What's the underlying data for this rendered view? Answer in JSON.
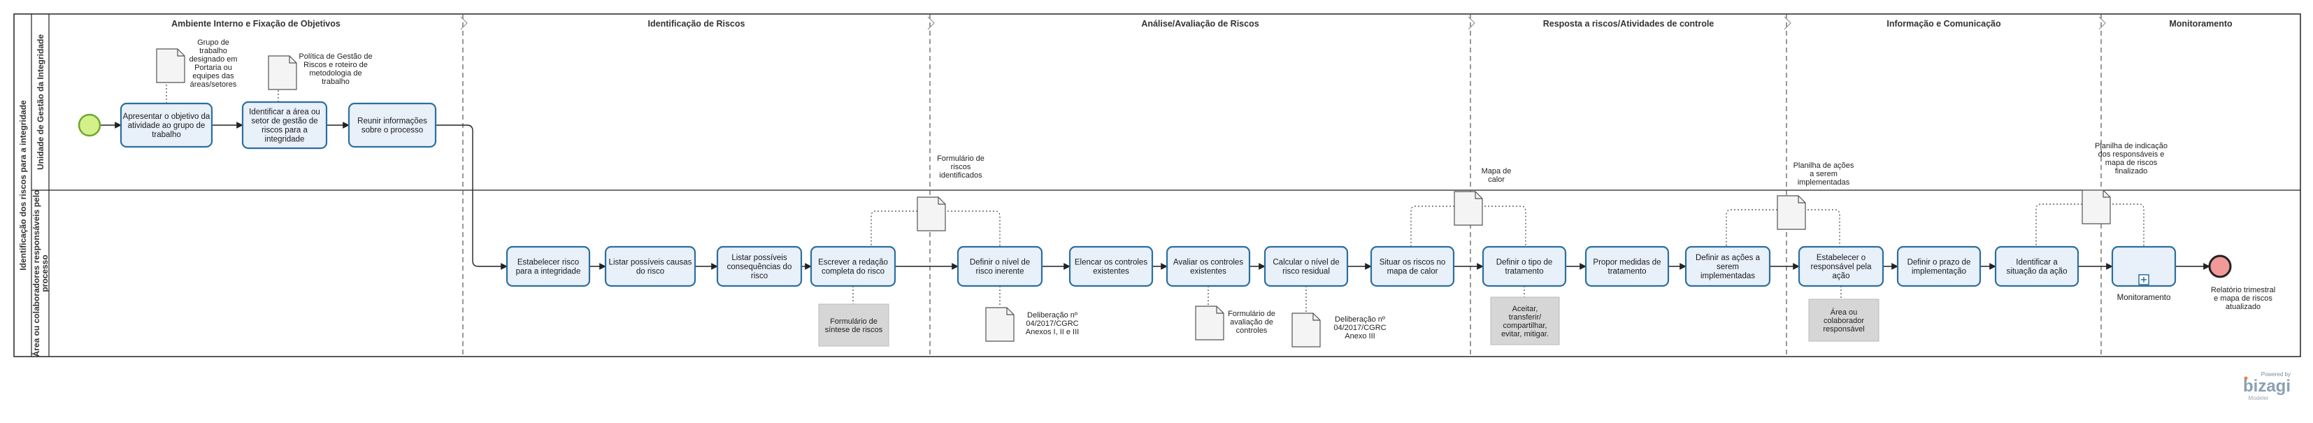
{
  "pool": {
    "label": "Identificação dos riscos para a integridade"
  },
  "lanes": [
    {
      "id": "lane1",
      "label": "Unidade de Gestão da Integridade"
    },
    {
      "id": "lane2",
      "label": "Área ou colaboradores responsáveis pelo processo"
    }
  ],
  "phases": [
    {
      "label": "Ambiente Interno e Fixação de Objetivos"
    },
    {
      "label": "Identificação de Riscos"
    },
    {
      "label": "Análise/Avaliação de Riscos"
    },
    {
      "label": "Resposta a riscos/Atividades de controle"
    },
    {
      "label": "Informação e Comunicação"
    },
    {
      "label": "Monitoramento"
    }
  ],
  "tasks": [
    {
      "id": "t1",
      "lines": [
        "Apresentar o objetivo da",
        "atividade ao grupo de",
        "trabalho"
      ]
    },
    {
      "id": "t2",
      "lines": [
        "Identificar  a área ou",
        "setor de gestão de",
        "riscos para a",
        "integridade"
      ]
    },
    {
      "id": "t3",
      "lines": [
        "Reunir informações",
        "sobre o processo"
      ]
    },
    {
      "id": "t4",
      "lines": [
        "Estabelecer  risco",
        "para a integridade"
      ]
    },
    {
      "id": "t5",
      "lines": [
        "Listar possíveis causas",
        "do risco"
      ]
    },
    {
      "id": "t6",
      "lines": [
        "Listar possíveis",
        "consequências do",
        "risco"
      ]
    },
    {
      "id": "t7",
      "lines": [
        "Escrever a redação",
        "completa do risco"
      ]
    },
    {
      "id": "t8",
      "lines": [
        "Definir o nível de",
        "risco inerente"
      ]
    },
    {
      "id": "t9",
      "lines": [
        "Elencar os controles",
        "existentes"
      ]
    },
    {
      "id": "t10",
      "lines": [
        "Avaliar os controles",
        "existentes"
      ]
    },
    {
      "id": "t11",
      "lines": [
        "Calcular o nível de",
        "risco residual"
      ]
    },
    {
      "id": "t12",
      "lines": [
        "Situar os riscos no",
        "mapa de calor"
      ]
    },
    {
      "id": "t13",
      "lines": [
        "Definir o tipo de",
        "tratamento"
      ]
    },
    {
      "id": "t14",
      "lines": [
        "Propor medidas de",
        "tratamento"
      ]
    },
    {
      "id": "t15",
      "lines": [
        "Definir as ações a",
        "serem",
        "implementadas"
      ]
    },
    {
      "id": "t16",
      "lines": [
        "Estabelecer o",
        "responsável pela",
        "ação"
      ]
    },
    {
      "id": "t17",
      "lines": [
        "Definir o prazo de",
        "implementação"
      ]
    },
    {
      "id": "t18",
      "lines": [
        "Identificar a",
        "situação da ação"
      ]
    },
    {
      "id": "t19",
      "lines": [
        "Monitoramento"
      ]
    }
  ],
  "end_event": {
    "lines": [
      "Relatório trimestral",
      "e mapa de riscos",
      "atualizado"
    ]
  },
  "artifacts": [
    {
      "id": "d1",
      "lines": [
        "Grupo de",
        "trabalho",
        "designado em",
        "Portaria ou",
        "equipes das",
        "áreas/setores"
      ]
    },
    {
      "id": "d2",
      "lines": [
        "Política de Gestão de",
        "Riscos e roteiro de",
        "metodologia de",
        "trabalho"
      ]
    },
    {
      "id": "d3",
      "lines": [
        "Formulário de",
        "riscos",
        "identificados"
      ]
    },
    {
      "id": "d4",
      "lines": [
        "Deliberação nº",
        "04/2017/CGRC",
        "Anexos I, II e III"
      ]
    },
    {
      "id": "d5",
      "lines": [
        "Formulário  de",
        "avaliação de",
        "controles"
      ]
    },
    {
      "id": "d6",
      "lines": [
        "Deliberação nº",
        "04/2017/CGRC",
        "Anexo III"
      ]
    },
    {
      "id": "d7",
      "lines": [
        "Mapa de",
        "calor"
      ]
    },
    {
      "id": "d8",
      "lines": [
        "Planilha de ações",
        "a serem",
        "implementadas"
      ]
    },
    {
      "id": "d9",
      "lines": [
        "Planilha de indicação",
        "dos responsáveis e",
        "mapa de riscos",
        "finalizado"
      ]
    }
  ],
  "text_annotations": [
    {
      "id": "a1",
      "lines": [
        "Formulário de",
        "síntese de riscos"
      ]
    },
    {
      "id": "a2",
      "lines": [
        "Aceitar,",
        "transferir/",
        "compartilhar,",
        "evitar, mitigar."
      ]
    },
    {
      "id": "a3",
      "lines": [
        "Área ou",
        "colaborador",
        "responsável"
      ]
    }
  ],
  "logo": {
    "poweredby": "Powered by",
    "brand": "bizagi",
    "product": "Modeler"
  },
  "colors": {
    "task_fill": "#e8f0fa",
    "task_stroke": "#2c6f9f",
    "start_fill": "#d4f08a",
    "start_stroke": "#6da82a",
    "end_fill": "#f29999",
    "end_stroke": "#222222",
    "annotation_fill": "#d6d6d6",
    "logo_orange": "#e8843c"
  }
}
